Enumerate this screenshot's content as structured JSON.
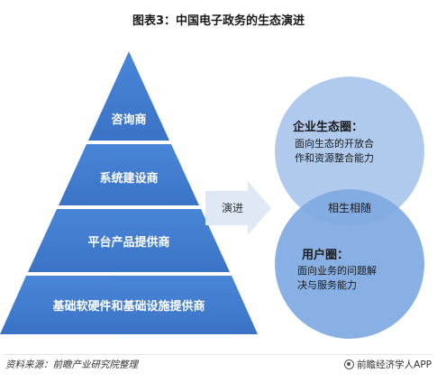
{
  "title": "图表3：中国电子政务的生态演进",
  "pyramid": {
    "tiers": [
      {
        "label": "咨询商"
      },
      {
        "label": "系统建设商"
      },
      {
        "label": "平台产品提供商"
      },
      {
        "label": "基础软硬件和基础设施提供商"
      }
    ],
    "colors": {
      "top": "#4a86d8",
      "bottom": "#3a73c6"
    }
  },
  "arrow": {
    "label": "演进",
    "color": "#dfe9f6"
  },
  "circles": {
    "upper": {
      "title": "企业生态圈：",
      "lines": [
        "面向生态的开放合",
        "作和资源整合能力"
      ]
    },
    "overlap": {
      "label": "相生相随"
    },
    "lower": {
      "title": "用户圈：",
      "lines": [
        "面向业务的问题解",
        "决与服务能力"
      ]
    },
    "colors": {
      "upper": "#a9c5ec",
      "lower": "#7fa9e2"
    }
  },
  "footer": {
    "source": "资料来源：前瞻产业研究院整理",
    "brand": "前瞻经济学人APP"
  }
}
